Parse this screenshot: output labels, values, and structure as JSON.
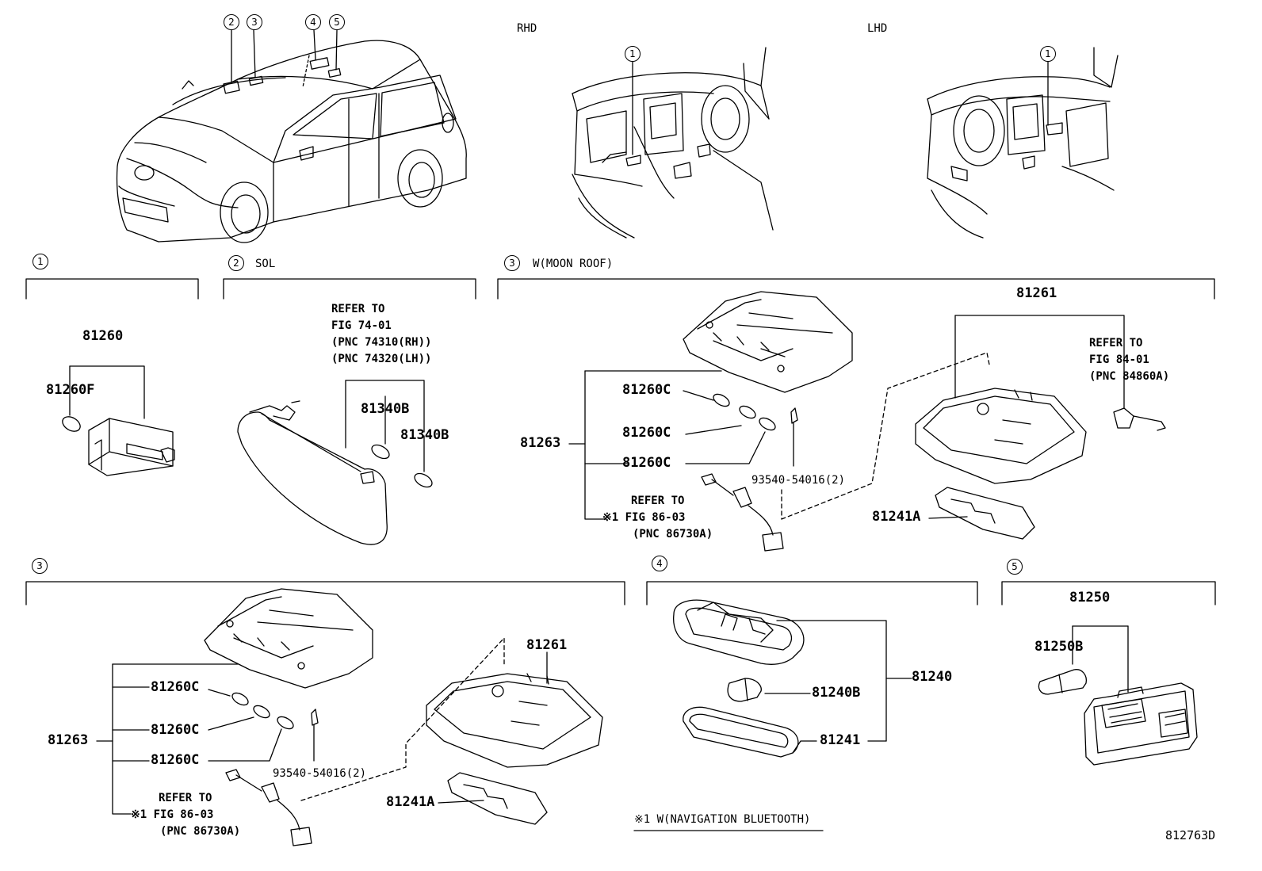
{
  "views": {
    "rhd": "RHD",
    "lhd": "LHD"
  },
  "callouts": [
    "1",
    "2",
    "3",
    "4",
    "5"
  ],
  "sections": {
    "s1": {
      "num": "1",
      "title": ""
    },
    "s2": {
      "num": "2",
      "title": "SOL"
    },
    "s3a": {
      "num": "3",
      "title": "W(MOON ROOF)"
    },
    "s3b": {
      "num": "3",
      "title": ""
    },
    "s4": {
      "num": "4",
      "title": ""
    },
    "s5": {
      "num": "5",
      "title": ""
    }
  },
  "parts": {
    "p81260": "81260",
    "p81260F": "81260F",
    "p81340B_a": "81340B",
    "p81340B_b": "81340B",
    "p81261_a": "81261",
    "p81261_b": "81261",
    "p81263_a": "81263",
    "p81263_b": "81263",
    "p81260C_a1": "81260C",
    "p81260C_a2": "81260C",
    "p81260C_a3": "81260C",
    "p81260C_b1": "81260C",
    "p81260C_b2": "81260C",
    "p81260C_b3": "81260C",
    "bolt_a": "93540-54016(2)",
    "bolt_b": "93540-54016(2)",
    "p81241A_a": "81241A",
    "p81241A_b": "81241A",
    "p81240": "81240",
    "p81240B": "81240B",
    "p81241": "81241",
    "p81250": "81250",
    "p81250B": "81250B"
  },
  "refs": {
    "visor": [
      "REFER TO",
      "FIG 74-01",
      "(PNC 74310(RH))",
      "(PNC 74320(LH))"
    ],
    "mic": [
      "REFER TO",
      "FIG 84-01",
      "(PNC 84860A)"
    ],
    "nav_a": [
      "REFER TO",
      "※1 FIG 86-03",
      "(PNC 86730A)"
    ],
    "nav_b": [
      "REFER TO",
      "※1 FIG 86-03",
      "(PNC 86730A)"
    ]
  },
  "footnote": "※1 W(NAVIGATION BLUETOOTH)",
  "figure_id": "812763D"
}
